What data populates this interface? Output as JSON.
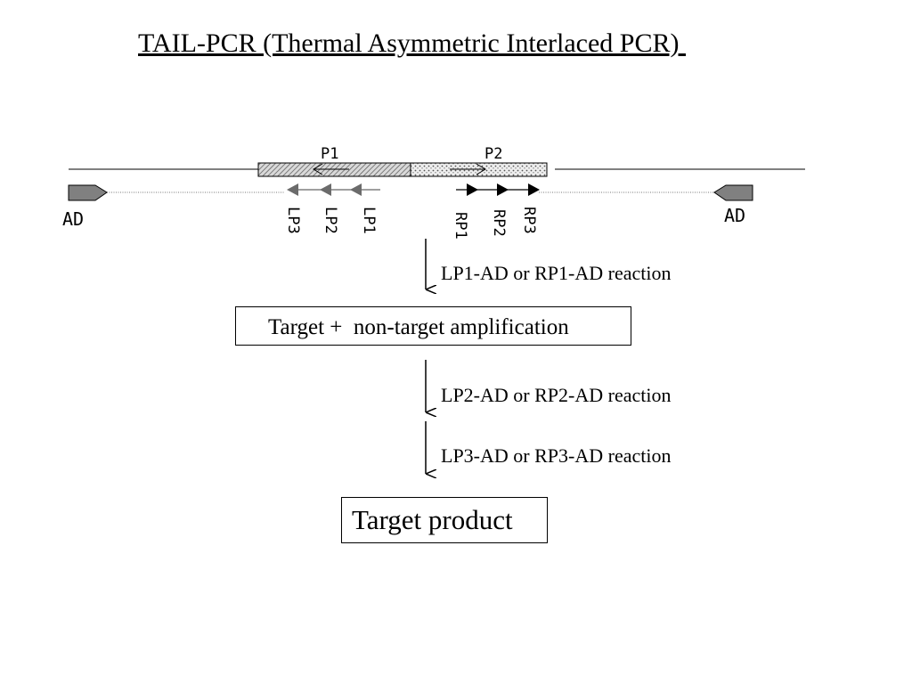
{
  "title": "TAIL-PCR (Thermal Asymmetric Interlaced PCR) ",
  "diagram": {
    "primer_region_labels": {
      "p1": "P1",
      "p2": "P2"
    },
    "left_primers": [
      "LP3",
      "LP2",
      "LP1"
    ],
    "right_primers": [
      "RP1",
      "RP2",
      "RP3"
    ],
    "ad_left": "AD",
    "ad_right": "AD",
    "colors": {
      "ad_block": "#808080",
      "left_arrow": "#6b6b6b",
      "right_arrow": "#000000"
    }
  },
  "steps": {
    "step1": "LP1-AD or RP1-AD reaction",
    "box1": "Target +  non-target amplification",
    "step2": "LP2-AD or RP2-AD reaction",
    "step3": "LP3-AD or RP3-AD reaction",
    "result": "Target product"
  }
}
